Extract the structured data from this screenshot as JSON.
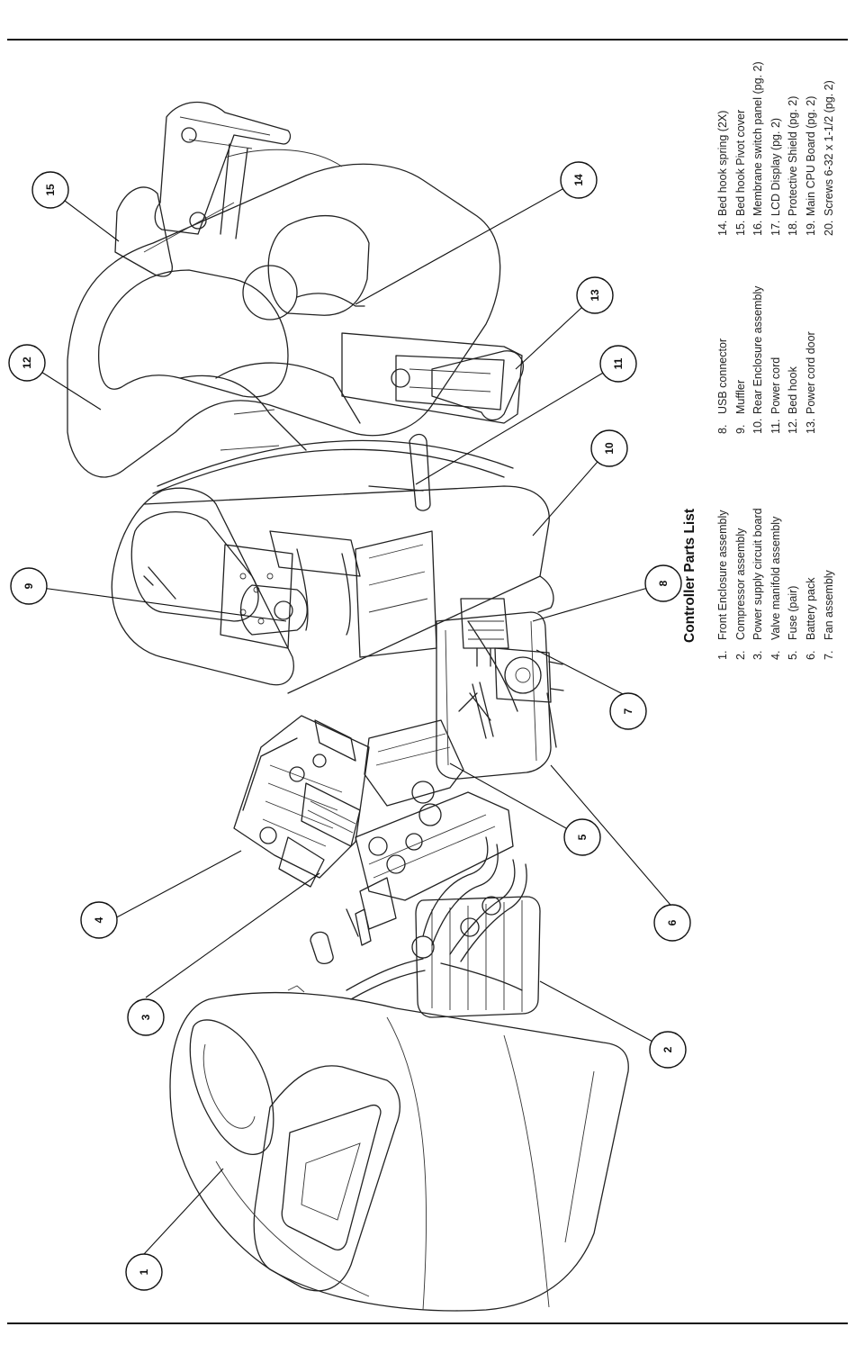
{
  "parts_list": {
    "heading": "Controller Parts List",
    "columns": [
      [
        {
          "num": "1.",
          "label": "Front Enclosure assembly"
        },
        {
          "num": "2.",
          "label": "Compressor assembly"
        },
        {
          "num": "3.",
          "label": "Power supply circuit board"
        },
        {
          "num": "4.",
          "label": "Valve manifold assembly"
        },
        {
          "num": "5.",
          "label": "Fuse (pair)"
        },
        {
          "num": "6.",
          "label": "Battery pack"
        },
        {
          "num": "7.",
          "label": "Fan assembly"
        }
      ],
      [
        {
          "num": "8.",
          "label": "USB connector"
        },
        {
          "num": "9.",
          "label": "Muffler"
        },
        {
          "num": "10.",
          "label": "Rear Enclosure assembly"
        },
        {
          "num": "11.",
          "label": "Power cord"
        },
        {
          "num": "12.",
          "label": "Bed hook"
        },
        {
          "num": "13.",
          "label": "Power cord door"
        }
      ],
      [
        {
          "num": "14.",
          "label": "Bed hook spring (2X)"
        },
        {
          "num": "15.",
          "label": "Bed hook Pivot cover"
        },
        {
          "num": "16.",
          "label": "Membrane switch panel (pg. 2)"
        },
        {
          "num": "17.",
          "label": "LCD Display (pg. 2)"
        },
        {
          "num": "18.",
          "label": "Protective Shield (pg. 2)"
        },
        {
          "num": "19.",
          "label": "Main CPU Board (pg. 2)"
        },
        {
          "num": "20.",
          "label": "Screws 6-32 x 1-1/2 (pg. 2)"
        }
      ]
    ]
  },
  "callouts": [
    "1",
    "2",
    "3",
    "4",
    "5",
    "6",
    "7",
    "8",
    "9",
    "10",
    "11",
    "12",
    "13",
    "14",
    "15"
  ]
}
